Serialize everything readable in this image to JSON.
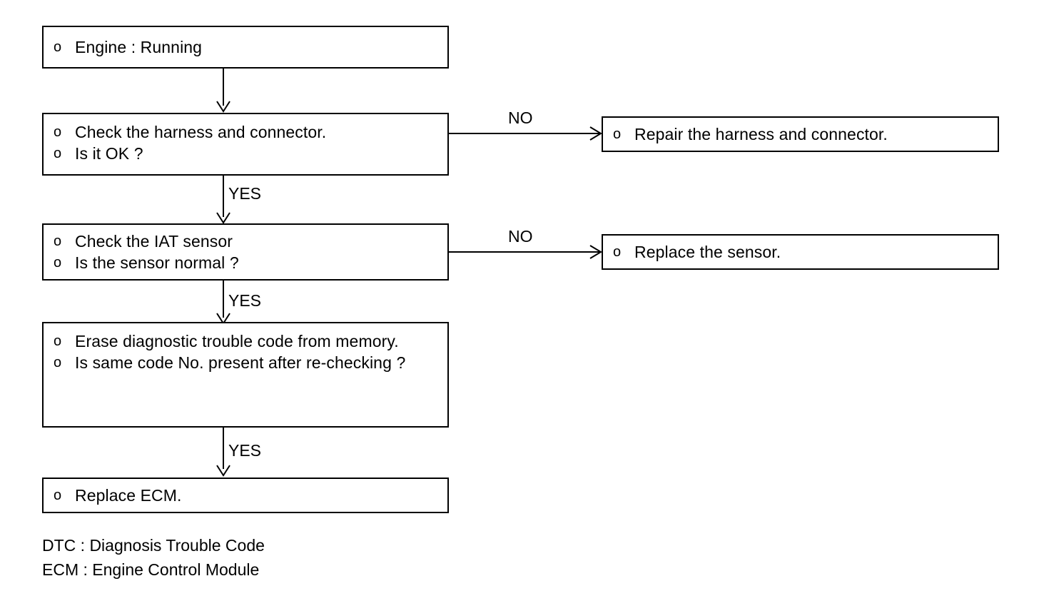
{
  "diagram": {
    "type": "troubleshooting-flowchart",
    "bullet_marker": "o",
    "boxes": [
      {
        "id": "engine-running",
        "lines": [
          "Engine : Running"
        ]
      },
      {
        "id": "check-harness",
        "lines": [
          "Check the harness and connector.",
          "Is it OK ?"
        ]
      },
      {
        "id": "repair-harness",
        "lines": [
          "Repair the harness and connector."
        ]
      },
      {
        "id": "check-iat-sensor",
        "lines": [
          "Check the IAT sensor",
          "Is the sensor normal ?"
        ]
      },
      {
        "id": "replace-sensor",
        "lines": [
          "Replace the sensor."
        ]
      },
      {
        "id": "erase-dtc",
        "lines": [
          "Erase diagnostic trouble code from memory.",
          "Is same code No. present after re-checking ?"
        ]
      },
      {
        "id": "replace-ecm",
        "lines": [
          "Replace ECM."
        ]
      }
    ],
    "edge_labels": {
      "no_1": "NO",
      "no_2": "NO",
      "yes_1": "YES",
      "yes_2": "YES",
      "yes_3": "YES"
    },
    "legend": [
      "DTC : Diagnosis Trouble Code",
      "ECM : Engine Control Module"
    ],
    "colors": {
      "stroke": "#000000",
      "background": "#ffffff",
      "text": "#000000"
    }
  }
}
